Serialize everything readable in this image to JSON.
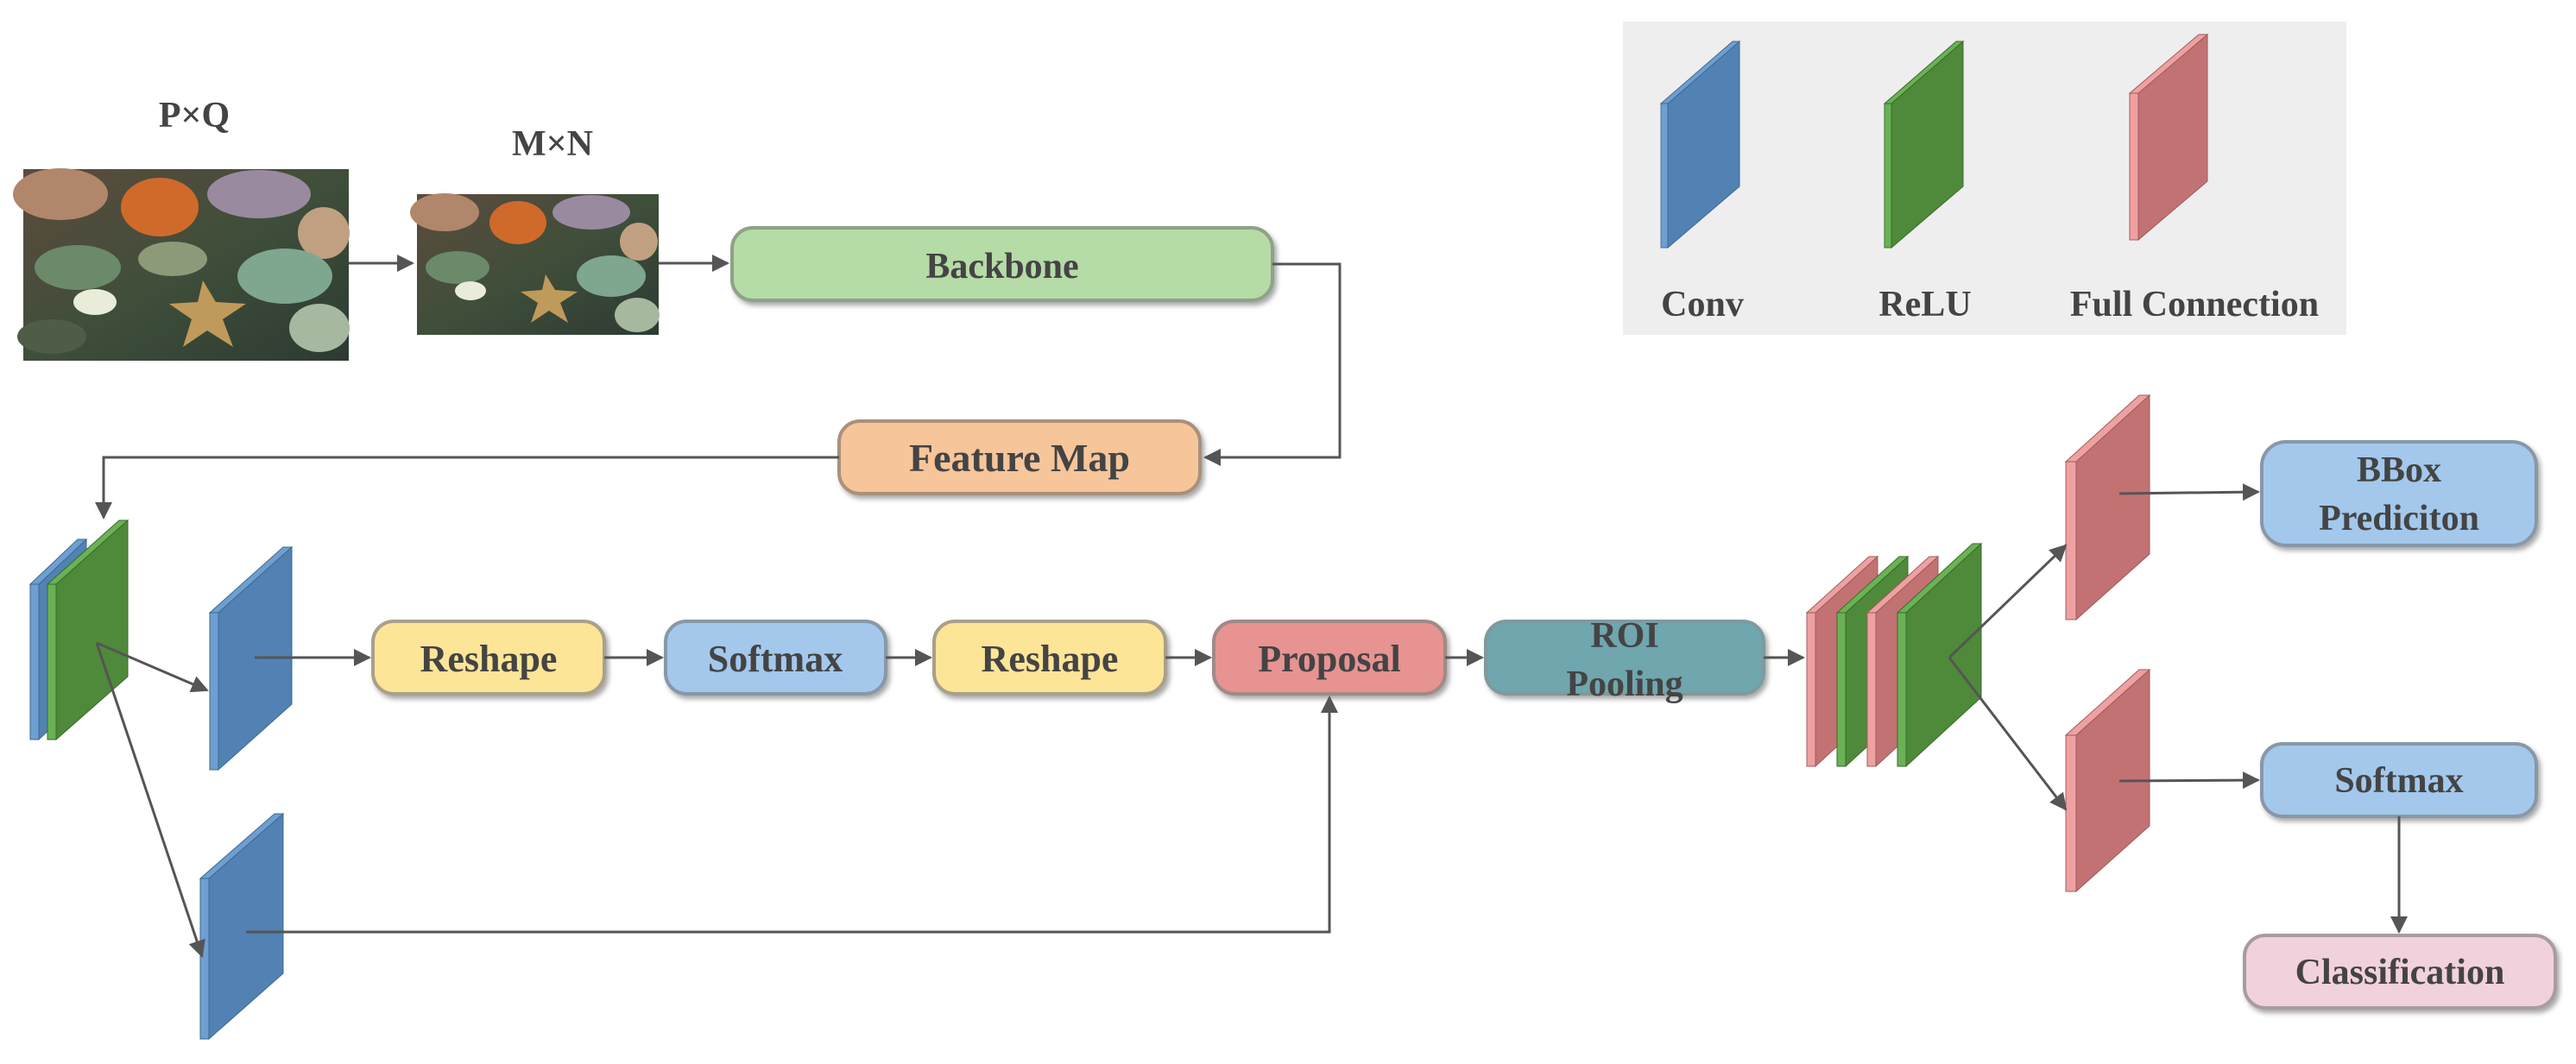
{
  "inputs": {
    "original_size_label": "P×Q",
    "resized_size_label": "M×N"
  },
  "boxes": {
    "backbone": "Backbone",
    "feature_map": "Feature Map",
    "reshape_1": "Reshape",
    "softmax_1": "Softmax",
    "reshape_2": "Reshape",
    "proposal": "Proposal",
    "roi_pooling_line1": "ROI",
    "roi_pooling_line2": "Pooling",
    "bbox_line1": "BBox",
    "bbox_line2": "Prediciton",
    "softmax_2": "Softmax",
    "classification": "Classification"
  },
  "legend": {
    "conv": "Conv",
    "relu": "ReLU",
    "full_connection": "Full Connection"
  },
  "colors": {
    "conv": "#5182b3",
    "relu": "#4e8a3a",
    "full_connection": "#c27272",
    "backbone": "#b5dba7",
    "feature_map": "#f6c59a",
    "reshape": "#fde597",
    "softmax": "#a3c8ec",
    "proposal": "#e79391",
    "roi_pooling": "#6fa6ae",
    "classification": "#f1d2dc",
    "legend_bg": "#eeeeee",
    "arrow": "#555555"
  }
}
